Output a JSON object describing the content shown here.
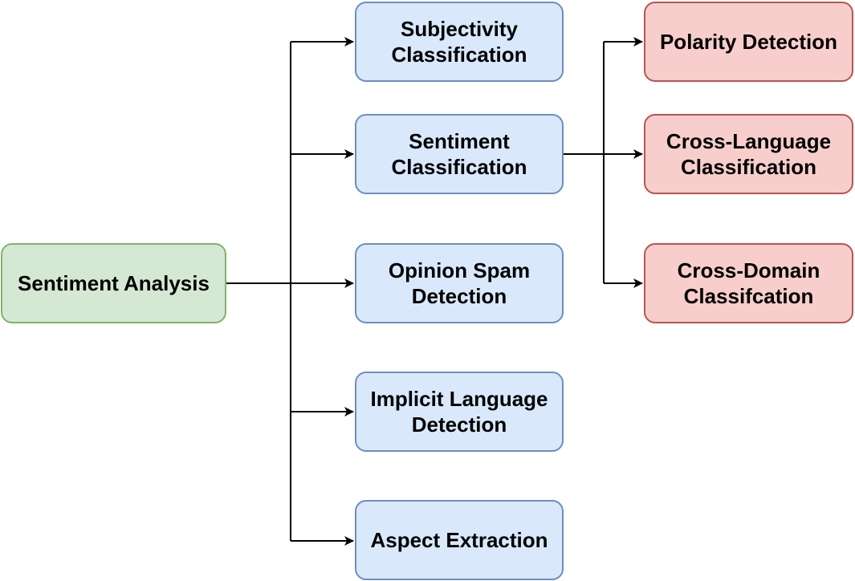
{
  "colors": {
    "root_fill": "#d5e8d4",
    "root_stroke": "#82b366",
    "task_fill": "#dae8fc",
    "task_stroke": "#6c8ebf",
    "subtask_fill": "#f8cecc",
    "subtask_stroke": "#b85450",
    "edge": "#000000"
  },
  "root": {
    "label": "Sentiment Analysis"
  },
  "tasks": [
    {
      "label": "Subjectivity Classification"
    },
    {
      "label": "Sentiment Classification"
    },
    {
      "label": "Opinion Spam Detection"
    },
    {
      "label": "Implicit Language Detection"
    },
    {
      "label": "Aspect Extraction"
    }
  ],
  "subtasks": [
    {
      "label": "Polarity Detection"
    },
    {
      "label": "Cross-Language Classification"
    },
    {
      "label": "Cross-Domain Classifcation"
    }
  ],
  "edges": [
    {
      "from": "Sentiment Analysis",
      "to": "Subjectivity Classification"
    },
    {
      "from": "Sentiment Analysis",
      "to": "Sentiment Classification"
    },
    {
      "from": "Sentiment Analysis",
      "to": "Opinion Spam Detection"
    },
    {
      "from": "Sentiment Analysis",
      "to": "Implicit Language Detection"
    },
    {
      "from": "Sentiment Analysis",
      "to": "Aspect Extraction"
    },
    {
      "from": "Sentiment Classification",
      "to": "Polarity Detection"
    },
    {
      "from": "Sentiment Classification",
      "to": "Cross-Language Classification"
    },
    {
      "from": "Sentiment Classification",
      "to": "Cross-Domain Classifcation"
    }
  ]
}
